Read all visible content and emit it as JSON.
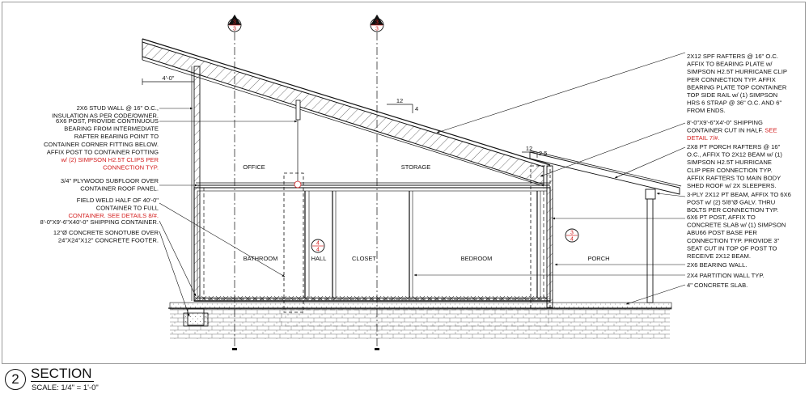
{
  "drawing": {
    "section_number": "2",
    "title": "SECTION",
    "scale": "SCALE: 1/4\" = 1'-0\""
  },
  "markers": {
    "grid_a": {
      "top": "3",
      "bottom": "3"
    },
    "grid_b": {
      "top": "3",
      "bottom": "3"
    },
    "detail_hall": {
      "top": "4",
      "bottom": "4"
    },
    "detail_right": {
      "top": "3",
      "bottom": "4"
    },
    "bubble_wall": "3"
  },
  "dimensions": {
    "overhang": "4'-0\"",
    "main_slope_run": "12",
    "main_slope_rise": "4",
    "porch_slope_run": "12",
    "porch_slope_rise": "2.5"
  },
  "rooms": {
    "office": "OFFICE",
    "storage": "STORAGE",
    "bathroom": "BATHROOM",
    "hall": "HALL",
    "closet": "CLOSET",
    "bedroom": "BEDROOM",
    "porch": "PORCH"
  },
  "notes_left": [
    {
      "lines": [
        "2X6 STUD WALL @ 16\" O.C.,",
        "INSULATION AS PER CODE/OWNER."
      ],
      "red_lines": []
    },
    {
      "lines": [
        "6X6 POST, PROVIDE CONTINUOUS",
        "BEARING  FROM INTERMEDIATE",
        "RAFTER BEARING POINT TO",
        "CONTAINER CORNER FITTING BELOW.",
        "AFFIX POST TO CONTAINER FOTTING",
        "w/ (2) SIMPSON H2.5T CLIPS PER",
        "CONNECTION TYP."
      ],
      "red_lines": [
        5,
        6
      ]
    },
    {
      "lines": [
        "3/4\" PLYWOOD SUBFLOOR OVER",
        "CONTAINER ROOF PANEL."
      ],
      "red_lines": []
    },
    {
      "lines": [
        "FIELD WELD HALF OF 40'-0\"",
        "CONTAINER TO FULL",
        "CONTAINER. SEE DETAILS 8/#."
      ],
      "red_lines": [
        2
      ]
    },
    {
      "lines": [
        "8'-0\"X9'-6\"X40'-0\" SHIPPING CONTAINER."
      ],
      "red_lines": []
    },
    {
      "lines": [
        "12\"Ø CONCRETE SONOTUBE OVER",
        "24\"X24\"X12\" CONCRETE FOOTER."
      ],
      "red_lines": []
    }
  ],
  "notes_right": [
    {
      "lines": [
        "2X12 SPF RAFTERS @ 16\" O.C.",
        "AFFIX TO BEARING PLATE w/",
        "SIMPSON H2.5T HURRICANE CLIP",
        "PER CONNECTION TYP. AFFIX",
        "BEARING PLATE TOP CONTAINER",
        "TOP SIDE RAIL w/ (1) SIMPSON",
        "HRS 6 STRAP @ 36\" O.C. AND 6\"",
        "FROM ENDS."
      ],
      "red_lines": []
    },
    {
      "lines": [
        "8'-0\"X9'-6\"X4'-0\" SHIPPING",
        "CONTAINER CUT IN HALF. SEE",
        "DETAIL 7/#."
      ],
      "red_lines": []
    },
    {
      "lines": [
        "2X8 PT PORCH RAFTERS @ 16\"",
        "O.C., AFFIX TO 2X12 BEAM w/ (1)",
        "SIMPSON H2.5T HURRICANE",
        "CLIP PER CONNECTION TYP.",
        "AFFIX RAFTERS TO MAIN BODY",
        "SHED ROOF w/ 2X SLEEPERS."
      ],
      "red_lines": []
    },
    {
      "lines": [
        "3-PLY 2X12 PT BEAM, AFFIX TO 6X6",
        "POST w/ (2) 5/8\"Ø GALV. THRU",
        "BOLTS PER CONNECTION TYP."
      ],
      "red_lines": []
    },
    {
      "lines": [
        "6X6 PT POST, AFFIX TO",
        "CONCRETE SLAB w/ (1) SIMPSON",
        "ABU66 POST BASE PER",
        "CONNECTION TYP. PROVIDE 3\"",
        "SEAT CUT IN TOP OF POST TO",
        "RECEIVE 2X12 BEAM."
      ],
      "red_lines": []
    },
    {
      "lines": [
        "2X6 BEARING WALL."
      ],
      "red_lines": []
    },
    {
      "lines": [
        "2X4 PARTITION WALL TYP."
      ],
      "red_lines": []
    },
    {
      "lines": [
        "4\" CONCRETE SLAB."
      ],
      "red_lines": []
    }
  ],
  "notes_right_red_split": {
    "note_index": 1,
    "black_part": "CONTAINER CUT IN HALF.",
    "red_part_line1": " SEE",
    "red_part_line2": "DETAIL 7/#."
  },
  "colors": {
    "ink": "#111111",
    "red_note": "#d42020",
    "bubble_red": "#d42020",
    "hatch": "#555555"
  }
}
